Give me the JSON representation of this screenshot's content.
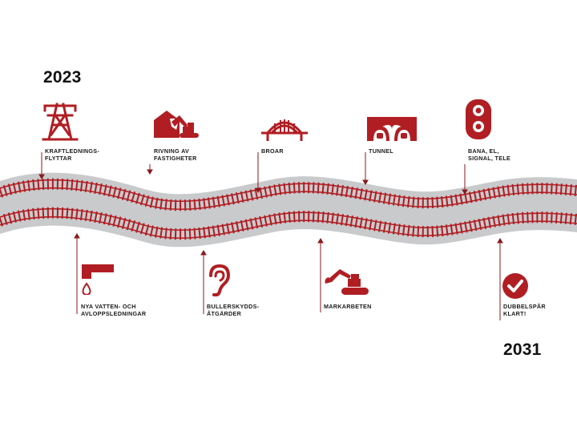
{
  "timeline": {
    "start_year": "2023",
    "end_year": "2031",
    "accent_color": "#b01e23",
    "track_bed_color": "#c9cacc"
  },
  "steps": [
    {
      "label": "KRAFTLEDNINGS-\nFLYTTAR",
      "icon": "power-pylon-icon"
    },
    {
      "label": "NYA VATTEN- OCH\nAVLOPPSLEDNINGAR",
      "icon": "water-pipe-drop-icon"
    },
    {
      "label": "RIVNING AV\nFASTIGHETER",
      "icon": "demolition-excavator-icon"
    },
    {
      "label": "BULLERSKYDDS-\nÅTGÄRDER",
      "icon": "ear-icon"
    },
    {
      "label": "BROAR",
      "icon": "bridge-icon"
    },
    {
      "label": "MARKARBETEN",
      "icon": "excavator-icon"
    },
    {
      "label": "TUNNEL",
      "icon": "tunnel-icon"
    },
    {
      "label": "BANA, EL,\nSIGNAL, TELE",
      "icon": "railway-signal-icon"
    },
    {
      "label": "DUBBELSPÅR\nKLART!",
      "icon": "checkmark-icon"
    }
  ]
}
